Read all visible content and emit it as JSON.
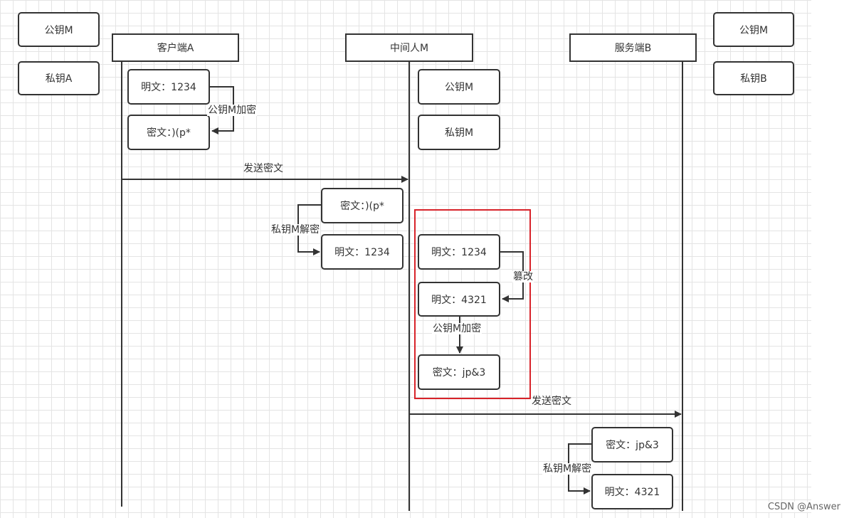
{
  "actors": {
    "client": "客户端A",
    "middle": "中间人M",
    "server": "服务端B"
  },
  "keys": {
    "client_public": "公钥M",
    "client_private": "私钥A",
    "middle_public": "公钥M",
    "middle_private": "私钥M",
    "server_public": "公钥M",
    "server_private": "私钥B"
  },
  "client": {
    "plaintext": "明文：1234",
    "encrypt_label": "公钥M加密",
    "ciphertext": "密文：)(p*"
  },
  "send1_label": "发送密文",
  "middle_decrypt": {
    "ciphertext": "密文：)(p*",
    "decrypt_label": "私钥M解密",
    "plaintext": "明文：1234"
  },
  "middle_tamper": {
    "plaintext_original": "明文：1234",
    "tamper_label": "篡改",
    "plaintext_tampered": "明文：4321",
    "encrypt_label": "公钥M加密",
    "ciphertext": "密文：jp&3"
  },
  "send2_label": "发送密文",
  "server": {
    "ciphertext": "密文：jp&3",
    "decrypt_label": "私钥M解密",
    "plaintext": "明文：4321"
  },
  "watermark": "CSDN @Answer",
  "colors": {
    "line": "#333333",
    "highlight": "#d8232a",
    "grid": "#e4e4e4"
  }
}
